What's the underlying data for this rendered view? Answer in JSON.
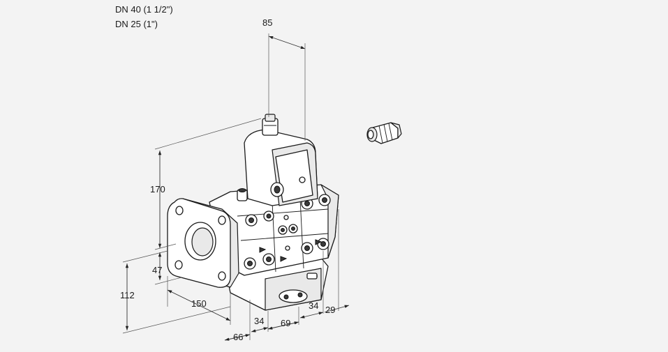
{
  "header": {
    "line1": "DN 40 (1 1/2\")",
    "line2": "DN 25 (1\")"
  },
  "dimensions": {
    "d85": "85",
    "d170": "170",
    "d47": "47",
    "d112": "112",
    "d150": "150",
    "d66": "66",
    "d34a": "34",
    "d69": "69",
    "d34b": "34",
    "d29": "29"
  },
  "colors": {
    "background": "#f3f3f3",
    "line": "#1a1a1a",
    "fill": "#ffffff"
  }
}
